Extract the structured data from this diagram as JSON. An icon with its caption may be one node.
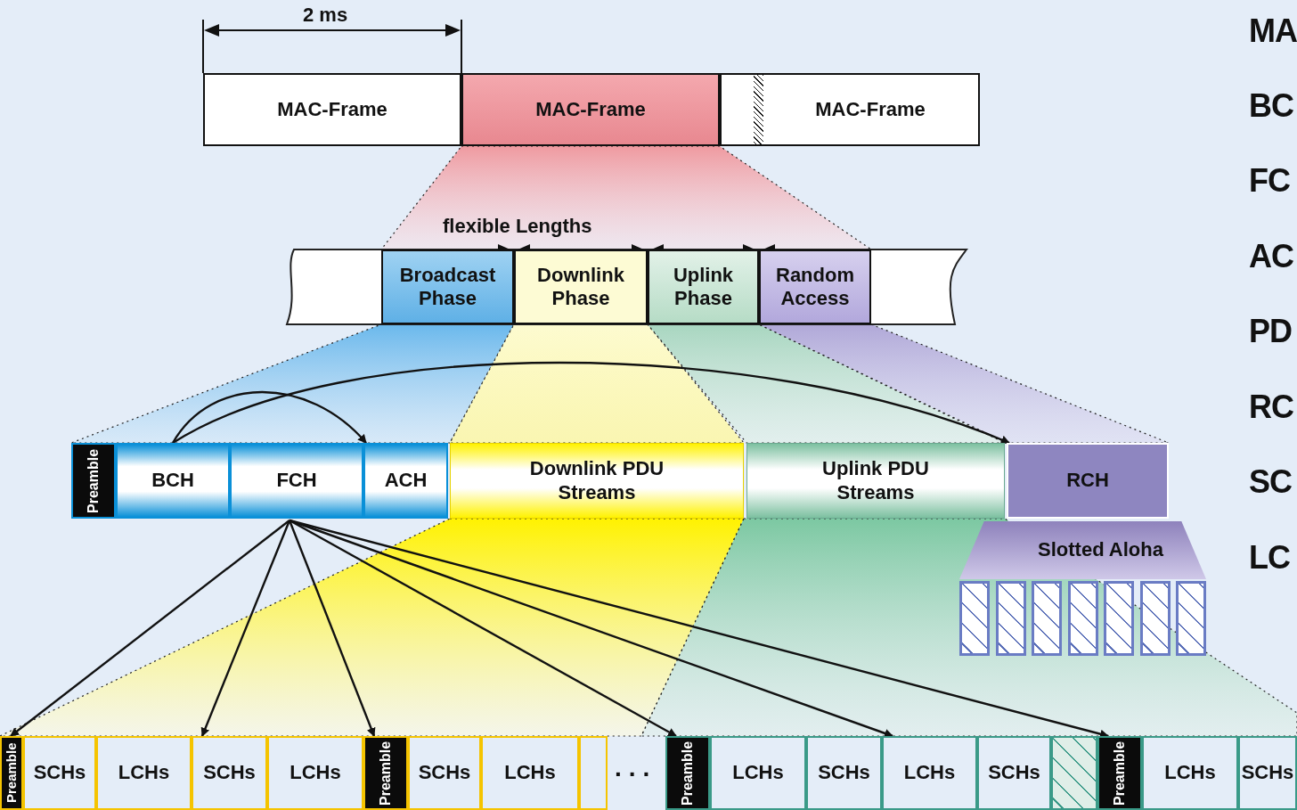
{
  "diagram": {
    "nodes": [
      {
        "text": [
          "MAC-Frame"
        ]
      },
      {
        "text": [
          "MAC-Frame"
        ]
      },
      {
        "text": [
          "MAC-Frame"
        ]
      },
      {
        "text": [
          "Broadcast Phase"
        ]
      },
      {
        "text": [
          "Downlink Phase"
        ]
      },
      {
        "text": [
          "Uplink Phase"
        ]
      },
      {
        "text": [
          "Random Access"
        ]
      },
      {
        "text": [
          "Preamble"
        ]
      },
      {
        "text": [
          "BCH"
        ]
      },
      {
        "text": [
          "FCH"
        ]
      },
      {
        "text": [
          "ACH"
        ]
      },
      {
        "text": [
          "Downlink PDU Streams"
        ]
      },
      {
        "text": [
          "Uplink PDU Streams"
        ]
      },
      {
        "text": [
          "RCH"
        ]
      },
      {
        "text": [
          "Slotted Aloha"
        ]
      },
      {
        "text": [],
        "shape": "box"
      },
      {
        "text": [],
        "shape": "box"
      },
      {
        "text": [],
        "shape": "box"
      },
      {
        "text": [],
        "shape": "box"
      },
      {
        "text": [],
        "shape": "box"
      },
      {
        "text": [],
        "shape": "box"
      },
      {
        "text": [],
        "shape": "box"
      },
      {
        "text": [
          "Preamble"
        ]
      },
      {
        "text": [
          "SCHs"
        ]
      },
      {
        "text": [
          "LCHs"
        ]
      },
      {
        "text": [
          "SCHs"
        ]
      },
      {
        "text": [
          "LCHs"
        ]
      },
      {
        "text": [
          "Preamble"
        ]
      },
      {
        "text": [
          "SCHs"
        ]
      },
      {
        "text": [
          "LCHs"
        ]
      },
      {
        "text": [],
        "shape": "box"
      },
      {
        "text": [
          "Preamble"
        ]
      },
      {
        "text": [
          "LCHs"
        ]
      },
      {
        "text": [
          "SCHs"
        ]
      },
      {
        "text": [
          "LCHs"
        ]
      },
      {
        "text": [
          "SCHs"
        ]
      },
      {
        "text": [],
        "shape": "box"
      },
      {
        "text": [
          "Preamble"
        ]
      },
      {
        "text": [
          "LCHs"
        ]
      },
      {
        "text": [
          "SCHs"
        ]
      }
    ],
    "edges": [
      {
        "from": 8,
        "to": 10,
        "arrow": "to"
      },
      {
        "from": 8,
        "to": 13,
        "arrow": "to"
      },
      {
        "from": 9,
        "to": 22,
        "arrow": "to"
      },
      {
        "from": 9,
        "to": 25,
        "arrow": "to"
      },
      {
        "from": 9,
        "to": 27,
        "arrow": "to"
      },
      {
        "from": 9,
        "to": 31,
        "arrow": "to"
      },
      {
        "from": 9,
        "to": 34,
        "arrow": "to"
      },
      {
        "from": 9,
        "to": 37,
        "arrow": "to"
      }
    ],
    "labels": [
      "2 ms",
      "flexible Lengths",
      "...",
      "MA",
      "BC",
      "FC",
      "AC",
      "PD",
      "RC",
      "SC",
      "LC"
    ]
  }
}
